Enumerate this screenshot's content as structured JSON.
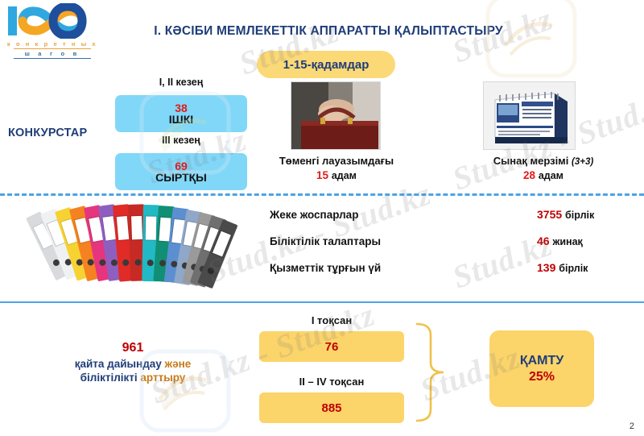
{
  "logo": {
    "word_top": "к о н к р е т н ы х",
    "word_bottom": "ш а г о в",
    "number": "100"
  },
  "title": "I. КӘСІБИ МЕМЛЕКЕТТІК АППАРАТТЫ ҚАЛЫПТАСТЫРУ",
  "steps_pill": "1-15-қадамдар",
  "competitions": {
    "label": "КОНКУРСТАР",
    "stage1_caption": "I, II кезең",
    "stage1_number": "38",
    "stage1_type": "ІШКІ",
    "stage2_caption": "III кезең",
    "stage2_number": "69",
    "stage2_type": "СЫРТҚЫ"
  },
  "photos": [
    {
      "icon": "briefcase-photo",
      "caption": "Төменгі лауазымдағы",
      "caption_note": "",
      "value": "15",
      "unit": "адам"
    },
    {
      "icon": "desk-calendar-photo",
      "caption": "Сынақ мерзімі",
      "caption_note": "(3+3)",
      "value": "28",
      "unit": "адам"
    }
  ],
  "binders": {
    "icon": "ring-binders-photo"
  },
  "stats": [
    {
      "name": "Жеке жоспарлар",
      "value": "3755",
      "unit": "бірлік"
    },
    {
      "name": "Біліктілік талаптары",
      "value": "46",
      "unit": "жинақ"
    },
    {
      "name": "Қызметтік тұрғын үй",
      "value": "139",
      "unit": "бірлік"
    }
  ],
  "retraining": {
    "number": "961",
    "line1": "қайта дайындау ",
    "line1_hl": "және",
    "line2": "біліктілікті ",
    "line2_hl": "арттыру"
  },
  "quarters": [
    {
      "caption": "I тоқсан",
      "value": "76"
    },
    {
      "caption": "II – IV тоқсан",
      "value": "885"
    }
  ],
  "coverage": {
    "label": "ҚАМТУ",
    "percent": "25%"
  },
  "page_number": "2",
  "watermarks": [
    "Stud.kz",
    "Stud.kz",
    "Stud.kz",
    "Stud.kz - Stud.kz",
    "Stud.kz - Stud.kz",
    "Stud.kz"
  ],
  "colors": {
    "title_blue": "#1F3D78",
    "pill_yellow": "#FBD976",
    "box_blue": "#81D7F7",
    "accent_red": "#C00000",
    "divider_blue": "#4FA3E3",
    "yellow_box": "#FBD46A"
  }
}
